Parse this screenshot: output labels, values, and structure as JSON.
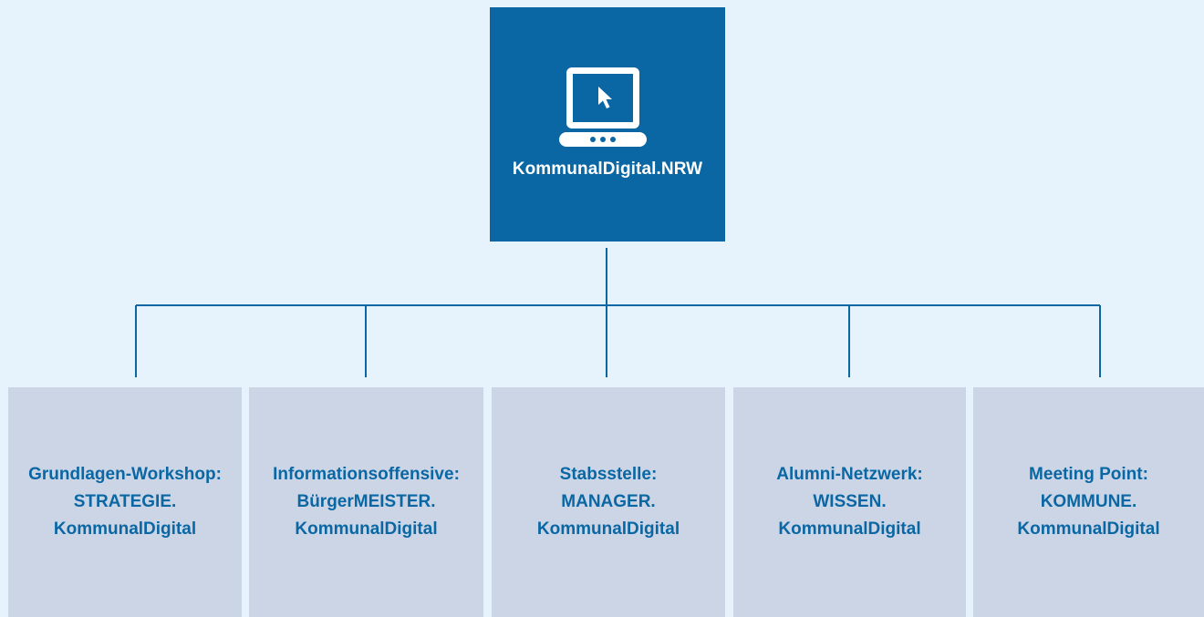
{
  "root": {
    "icon": "laptop-cursor-icon",
    "label": "KommunalDigital.NRW"
  },
  "children": [
    {
      "lines": [
        "Grundlagen-Workshop:",
        "STRATEGIE.",
        "KommunalDigital"
      ]
    },
    {
      "lines": [
        "Informationsoffensive:",
        "BürgerMEISTER.",
        "KommunalDigital"
      ]
    },
    {
      "lines": [
        "Stabsstelle:",
        "MANAGER.",
        "KommunalDigital"
      ]
    },
    {
      "lines": [
        "Alumni-Netzwerk:",
        "WISSEN.",
        "KommunalDigital"
      ]
    },
    {
      "lines": [
        "Meeting Point:",
        "KOMMUNE.",
        "KommunalDigital"
      ]
    }
  ],
  "colors": {
    "background": "#e6f2fc",
    "primary": "#0a67a3",
    "child_box": "#cbd5e6",
    "text_on_primary": "#ffffff"
  }
}
